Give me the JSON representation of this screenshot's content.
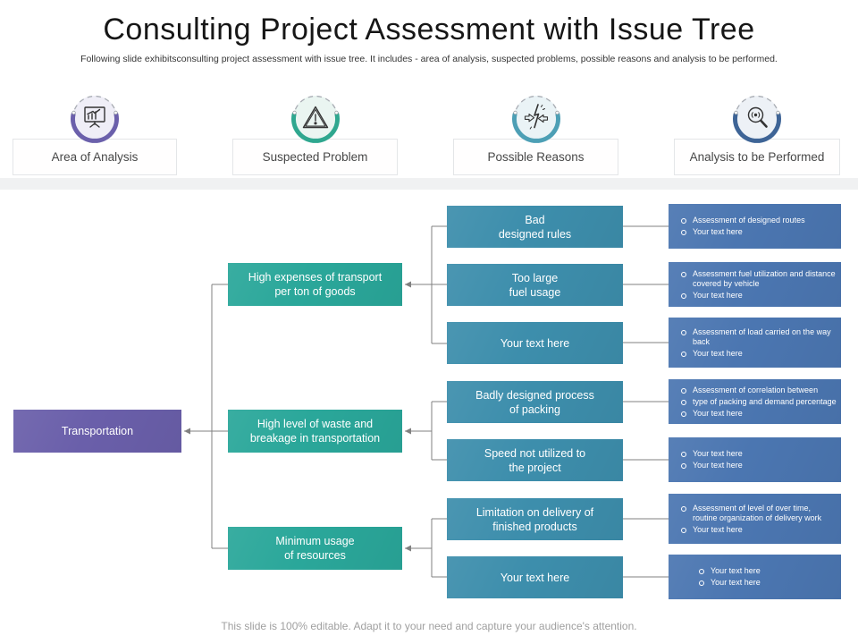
{
  "slide": {
    "title": "Consulting Project Assessment with Issue Tree",
    "subtitle": "Following slide exhibitsconsulting project assessment with issue tree. It includes - area of analysis, suspected problems, possible reasons and analysis to be performed.",
    "footer_note": "This slide is 100% editable. Adapt it to your need and capture your audience's attention."
  },
  "columns": [
    {
      "label": "Area of Analysis",
      "icon": "presentation-chart-icon",
      "accent": "#6b60ab"
    },
    {
      "label": "Suspected Problem",
      "icon": "warning-triangle-icon",
      "accent": "#2fa78f"
    },
    {
      "label": "Possible Reasons",
      "icon": "collision-arrows-icon",
      "accent": "#4d9fb5"
    },
    {
      "label": "Analysis to be Performed",
      "icon": "magnifier-icon",
      "accent": "#3e6496"
    }
  ],
  "tree": {
    "area_of_analysis": {
      "label": "Transportation",
      "color": "#6a5faa"
    },
    "suspected_problem_color": "#2aa79a",
    "suspected_problems": [
      {
        "label": "High expenses of transport\nper ton of goods"
      },
      {
        "label": "High level of waste and\nbreakage in transportation"
      },
      {
        "label": "Minimum usage\nof resources"
      }
    ],
    "possible_reason_color": "#3d8eac",
    "possible_reasons": [
      {
        "label": "Bad\ndesigned rules"
      },
      {
        "label": "Too large\nfuel usage"
      },
      {
        "label": "Your text here"
      },
      {
        "label": "Badly designed process\nof packing"
      },
      {
        "label": "Speed not utilized to\nthe project"
      },
      {
        "label": "Limitation on delivery of\nfinished products"
      },
      {
        "label": "Your text here"
      }
    ],
    "analysis_color": "#4b76b1",
    "analyses": [
      {
        "bullets": [
          "Assessment of designed routes",
          "Your text here"
        ]
      },
      {
        "bullets": [
          "Assessment fuel utilization and distance covered by vehicle",
          "Your text here"
        ]
      },
      {
        "bullets": [
          "Assessment of load carried on the way back",
          "Your text here"
        ]
      },
      {
        "bullets": [
          "Assessment of correlation between",
          "type of packing and demand percentage",
          "Your text here"
        ]
      },
      {
        "bullets": [
          "Your text here",
          "Your text here"
        ]
      },
      {
        "bullets": [
          "Assessment of level of over time, routine organization of delivery work",
          "Your text here"
        ]
      },
      {
        "bullets": [
          "Your text here",
          "Your text here"
        ]
      }
    ],
    "connector_color": "#808080"
  }
}
